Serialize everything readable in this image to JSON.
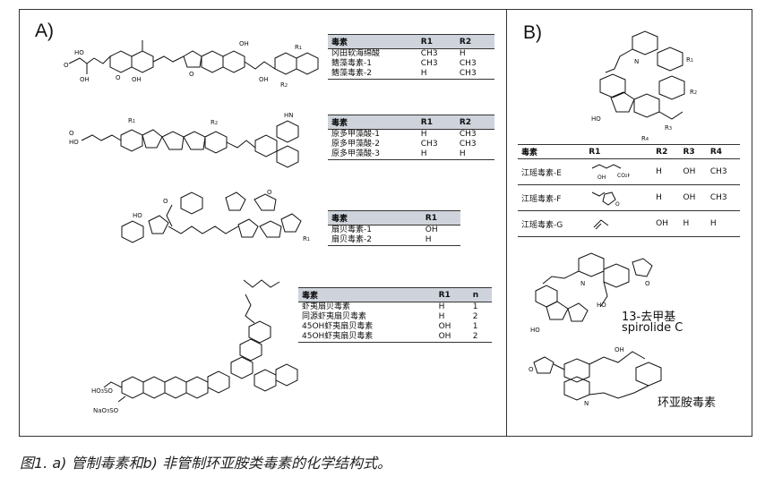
{
  "panel_a": {
    "label": "A)",
    "tables": [
      {
        "headers": [
          "毒素",
          "R1",
          "R2"
        ],
        "rows": [
          [
            "冈田软海绵酸",
            "CH3",
            "H"
          ],
          [
            "鳍藻毒素-1",
            "CH3",
            "CH3"
          ],
          [
            "鳍藻毒素-2",
            "H",
            "CH3"
          ]
        ]
      },
      {
        "headers": [
          "毒素",
          "R1",
          "R2"
        ],
        "rows": [
          [
            "原多甲藻酸-1",
            "H",
            "CH3"
          ],
          [
            "原多甲藻酸-2",
            "CH3",
            "CH3"
          ],
          [
            "原多甲藻酸-3",
            "H",
            "H"
          ]
        ]
      },
      {
        "headers": [
          "毒素",
          "R1"
        ],
        "rows": [
          [
            "扇贝毒素-1",
            "OH"
          ],
          [
            "扇贝毒素-2",
            "H"
          ]
        ]
      },
      {
        "headers": [
          "毒素",
          "R1",
          "n"
        ],
        "rows": [
          [
            "虾夷扇贝毒素",
            "H",
            "1"
          ],
          [
            "同源虾夷扇贝毒素",
            "H",
            "2"
          ],
          [
            "45OH虾夷扇贝毒素",
            "OH",
            "1"
          ],
          [
            "45OH虾夷扇贝毒素",
            "OH",
            "2"
          ]
        ]
      }
    ]
  },
  "panel_b": {
    "label": "B)",
    "table": {
      "headers": [
        "毒素",
        "R1",
        "R2",
        "R3",
        "R4"
      ],
      "rows": [
        [
          "江瑶毒素-E",
          "",
          "H",
          "OH",
          "CH3"
        ],
        [
          "江瑶毒素-F",
          "",
          "H",
          "OH",
          "CH3"
        ],
        [
          "江瑶毒素-G",
          "",
          "OH",
          "H",
          "H"
        ]
      ]
    },
    "spirolide_caption_line1": "13-去甲基",
    "spirolide_caption_line2": "spirolide C",
    "gymnodimine_caption": "环亚胺毒素"
  },
  "figure_caption": "图1. a) 管制毒素和b) 非管制环亚胺类毒素的化学结构式。"
}
